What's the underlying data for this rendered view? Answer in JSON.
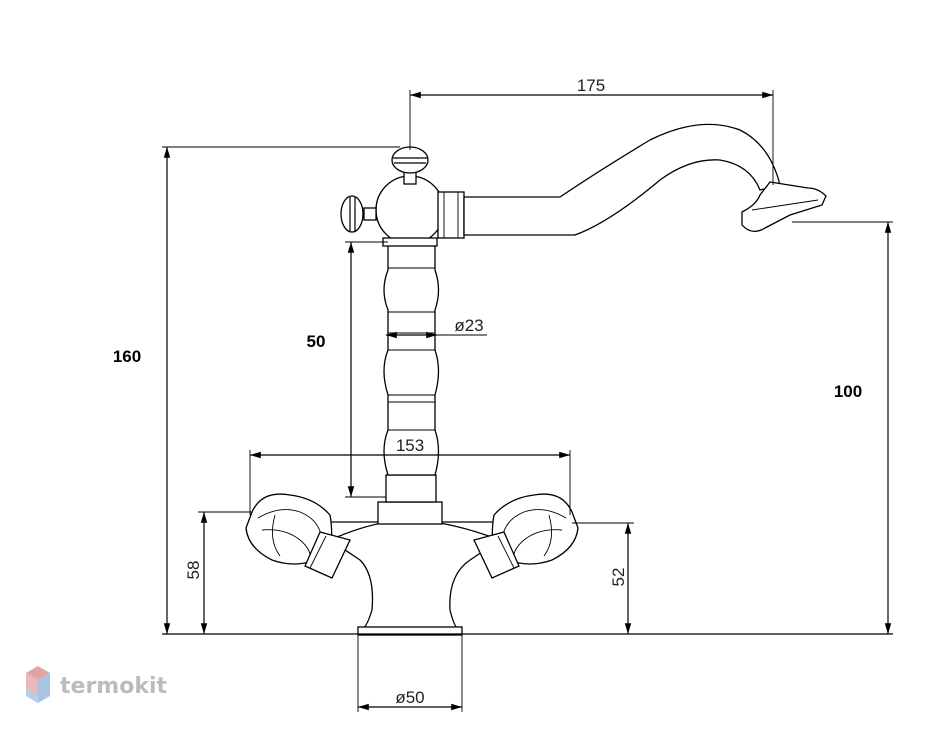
{
  "dimensions": {
    "width_175": "175",
    "height_160": "160",
    "height_50": "50",
    "height_100": "100",
    "diameter_23": "ø23",
    "width_153": "153",
    "height_58": "58",
    "height_52": "52",
    "diameter_50": "ø50"
  },
  "logo": {
    "text": "termokit",
    "colors": {
      "red": "#e2a3a5",
      "blue": "#a9c3e3",
      "gray": "#b9bcc2"
    }
  }
}
